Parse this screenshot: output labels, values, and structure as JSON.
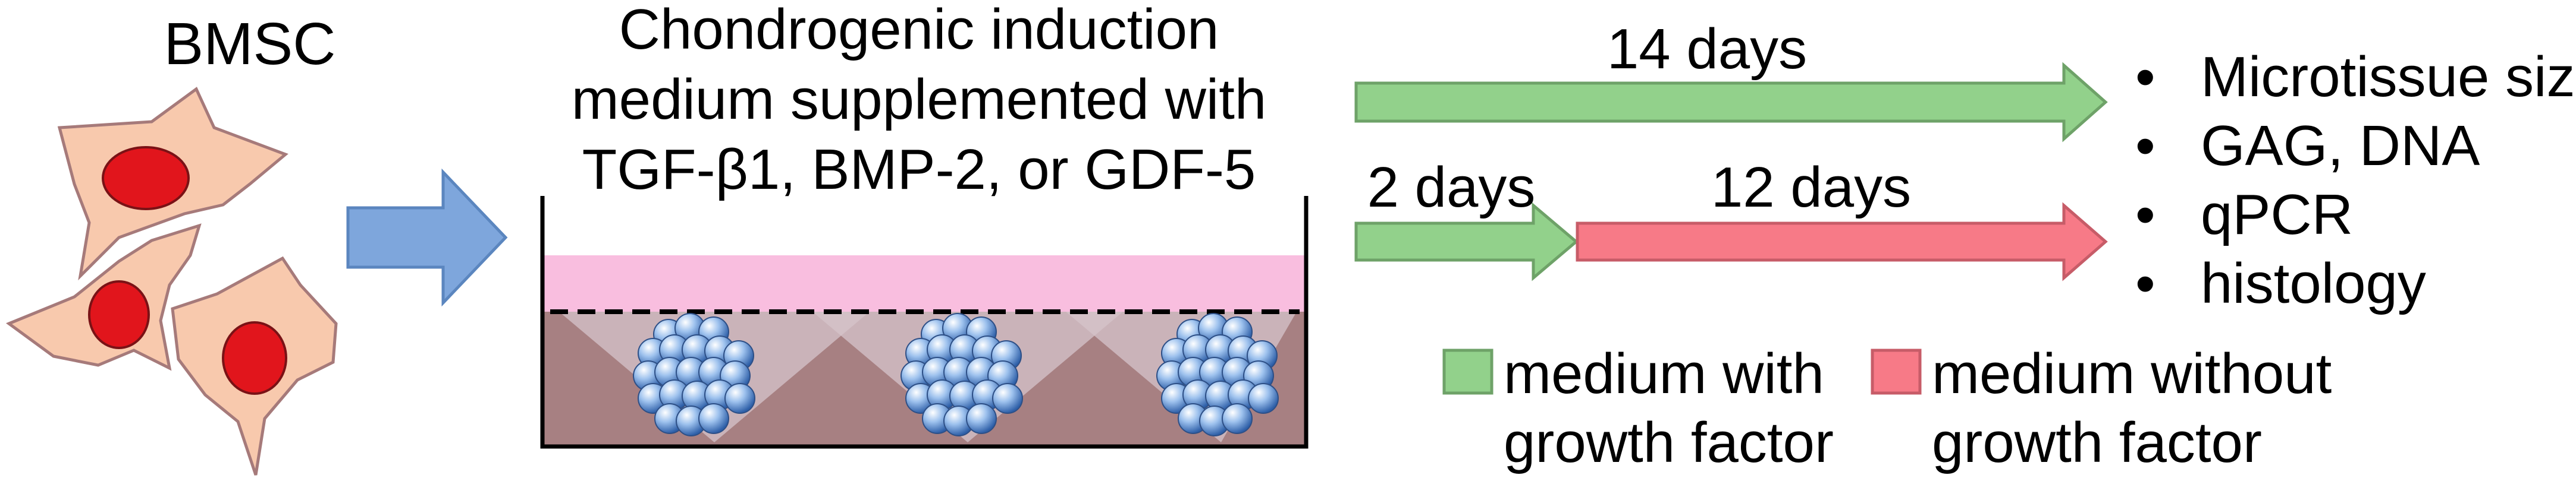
{
  "cell_label": "BMSC",
  "induction": {
    "lines": [
      "Chondrogenic induction",
      "medium supplemented with",
      "TGF-β1, BMP-2, or GDF-5"
    ]
  },
  "timeline": {
    "continuous_label": "14 days",
    "first_phase_label": "2 days",
    "second_phase_label": "12 days"
  },
  "readouts": {
    "bullet": "•",
    "items": [
      "Microtissue size",
      "GAG, DNA",
      "qPCR",
      "histology"
    ]
  },
  "legend": {
    "with": {
      "line1": "medium with",
      "line2": "growth factor",
      "color": "#92d18b"
    },
    "without": {
      "line1": "medium without",
      "line2": "growth factor",
      "color": "#f77a87"
    }
  },
  "colors": {
    "arrow_blue": "#7ea6dc",
    "cell_fill": "#f8c9ad",
    "nucleus": "#e1151c",
    "medium_pink": "#f9bedf",
    "well_brown": "#a78082",
    "spheroid_blue": "#5b8fd6"
  }
}
